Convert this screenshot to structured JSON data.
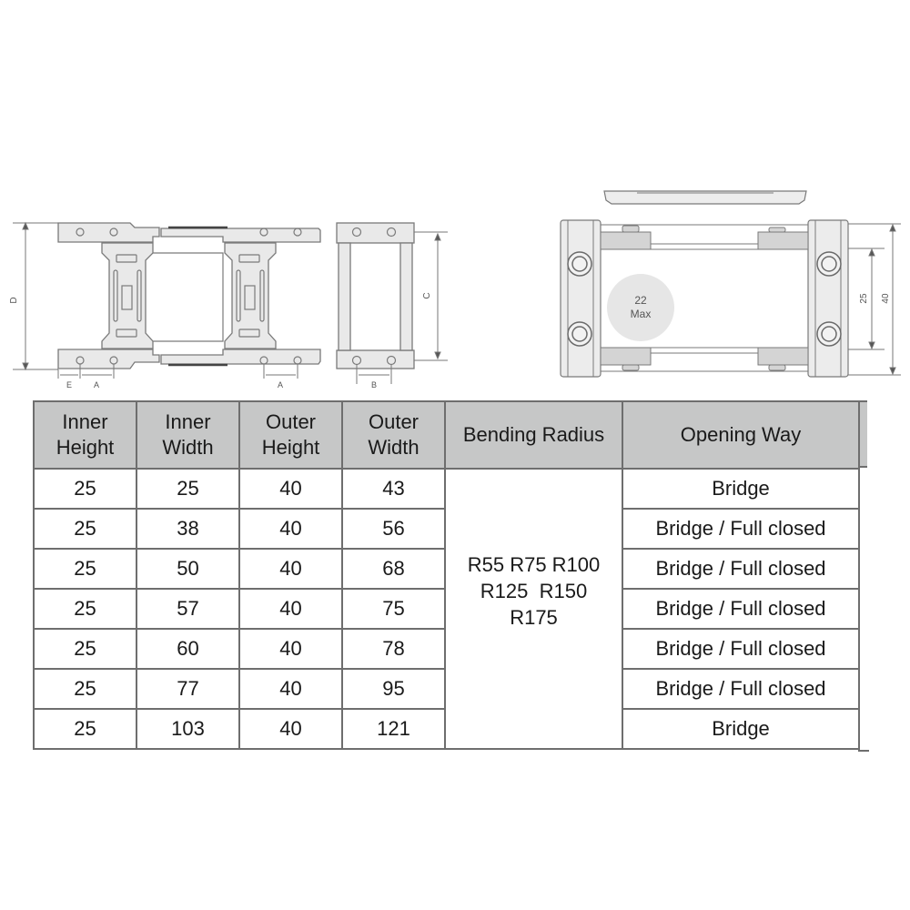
{
  "drawings": {
    "side_view": {
      "dimension_labels": {
        "height": "D",
        "pitch_left": "A",
        "offset": "E",
        "pitch_right": "A"
      }
    },
    "end_view": {
      "dimension_labels": {
        "height": "C",
        "hole_spacing": "B"
      }
    },
    "cross_section": {
      "cable_circle": {
        "value": "22",
        "note": "Max"
      },
      "dimension_labels": {
        "inner_height": "25",
        "outer_height": "40"
      }
    }
  },
  "table": {
    "headers": [
      {
        "line1": "Inner",
        "line2": "Height"
      },
      {
        "line1": "Inner",
        "line2": "Width"
      },
      {
        "line1": "Outer",
        "line2": "Height"
      },
      {
        "line1": "Outer",
        "line2": "Width"
      },
      {
        "line1": "Bending Radius",
        "line2": ""
      },
      {
        "line1": "Opening Way",
        "line2": ""
      }
    ],
    "bending_radius": {
      "line1": "R55 R75 R100",
      "line2": "R125  R150",
      "line3": "R175"
    },
    "rows": [
      {
        "inner_height": "25",
        "inner_width": "25",
        "outer_height": "40",
        "outer_width": "43",
        "opening_way": "Bridge"
      },
      {
        "inner_height": "25",
        "inner_width": "38",
        "outer_height": "40",
        "outer_width": "56",
        "opening_way": "Bridge / Full closed"
      },
      {
        "inner_height": "25",
        "inner_width": "50",
        "outer_height": "40",
        "outer_width": "68",
        "opening_way": "Bridge / Full closed"
      },
      {
        "inner_height": "25",
        "inner_width": "57",
        "outer_height": "40",
        "outer_width": "75",
        "opening_way": "Bridge / Full closed"
      },
      {
        "inner_height": "25",
        "inner_width": "60",
        "outer_height": "40",
        "outer_width": "78",
        "opening_way": "Bridge / Full closed"
      },
      {
        "inner_height": "25",
        "inner_width": "77",
        "outer_height": "40",
        "outer_width": "95",
        "opening_way": "Bridge / Full closed"
      },
      {
        "inner_height": "25",
        "inner_width": "103",
        "outer_height": "40",
        "outer_width": "121",
        "opening_way": "Bridge"
      }
    ]
  },
  "colors": {
    "header_bg": "#c6c7c7",
    "grid_line": "#6e6e6e",
    "drawing_fill": "#e9e9e9",
    "drawing_stroke": "#7a7a7a",
    "text": "#1a1a1a"
  }
}
